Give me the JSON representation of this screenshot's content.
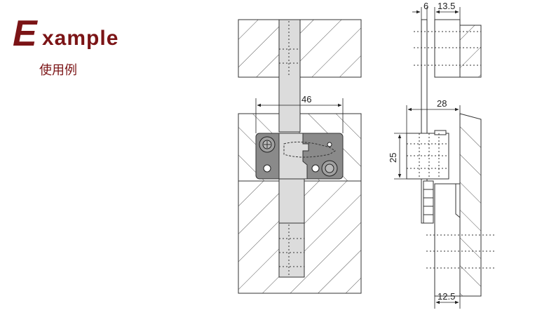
{
  "title": {
    "initial": "E",
    "rest": "xample",
    "subtitle_cn": "使用例"
  },
  "dimensions": {
    "d46": "46",
    "d6": "6",
    "d13_5": "13.5",
    "d28": "28",
    "d25": "25",
    "d12_5": "12.5"
  },
  "colors": {
    "title": "#7b1416",
    "line": "#333333",
    "plate": "#8a8a8a",
    "rod": "#dcdcdc"
  }
}
